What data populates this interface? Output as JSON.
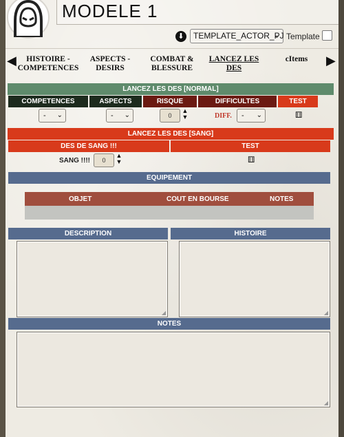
{
  "header": {
    "title": "MODELE 1",
    "template_select": "TEMPLATE_ACTOR_PJ",
    "template_label": "Template"
  },
  "tabs": [
    {
      "label": "HISTOIRE - COMPETENCES"
    },
    {
      "label": "ASPECTS - DESIRS"
    },
    {
      "label": "COMBAT & BLESSURE"
    },
    {
      "label": "LANCEZ LES DES"
    },
    {
      "label": "cItems"
    }
  ],
  "roll_normal": {
    "title": "LANCEZ LES DES [NORMAL]",
    "cols": [
      "COMPETENCES",
      "ASPECTS",
      "RISQUE",
      "DIFFICULTES",
      "TEST"
    ],
    "competences_value": "-",
    "aspects_value": "-",
    "risque_value": "0",
    "diff_label": "DIFF.",
    "diff_value": "-"
  },
  "roll_sang": {
    "title": "LANCEZ LES DES [SANG]",
    "cols": [
      "DES DE SANG !!!",
      "TEST"
    ],
    "sang_label": "SANG !!!!",
    "sang_value": "0"
  },
  "equipement": {
    "title": "EQUIPEMENT",
    "cols": [
      "OBJET",
      "COUT EN BOURSE",
      "NOTES"
    ]
  },
  "sections": {
    "description": "DESCRIPTION",
    "histoire": "HISTOIRE",
    "notes": "NOTES"
  },
  "colors": {
    "green_header": "#5f8b6c",
    "dark_green": "#1d2b1e",
    "maroon": "#6b1a12",
    "red": "#d83a1b",
    "blue": "#566b8e",
    "brown": "#a04e3e"
  },
  "icons": {
    "dice": "⚅",
    "arrow_left": "◀",
    "arrow_right": "▶",
    "chevron": "⌄",
    "download": "⬇"
  }
}
